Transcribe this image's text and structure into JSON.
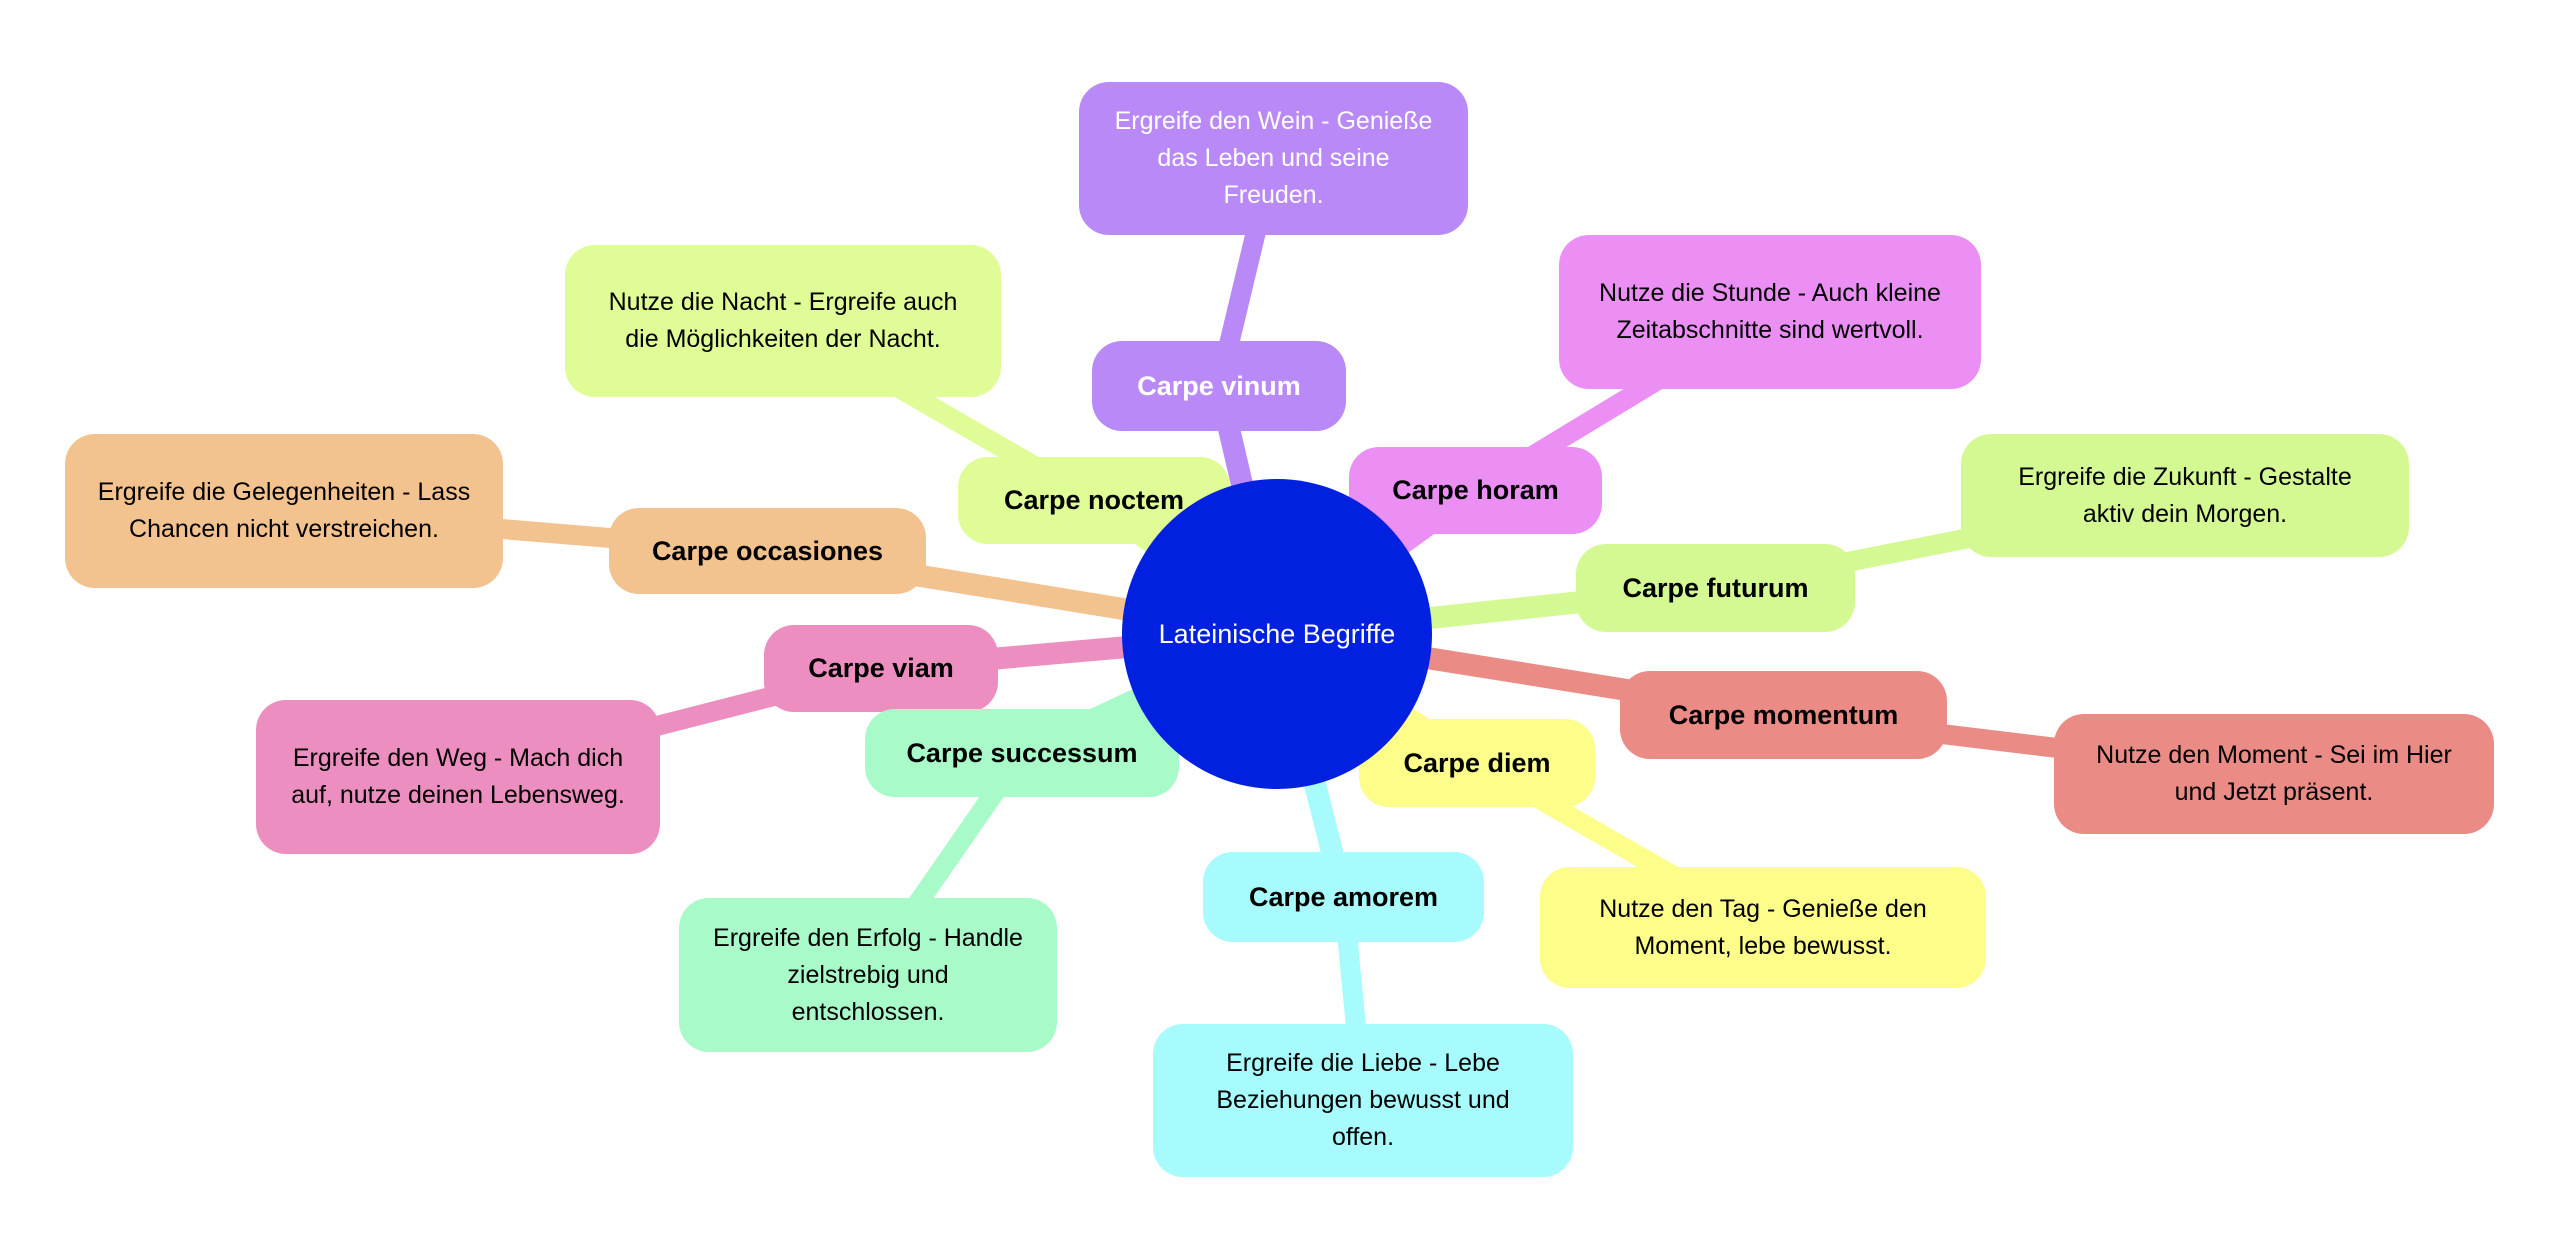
{
  "center": {
    "label": "Lateinische Begriffe",
    "color": "#0120e0"
  },
  "branches": [
    {
      "id": "vinum",
      "label": "Carpe vinum",
      "color": "#b98af7",
      "leaf": "Ergreife den Wein - Genieße das Leben und seine Freuden."
    },
    {
      "id": "noctem",
      "label": "Carpe noctem",
      "color": "#e0fc96",
      "leaf": "Nutze die Nacht - Ergreife auch die Möglichkeiten der Nacht."
    },
    {
      "id": "occasiones",
      "label": "Carpe occasiones",
      "color": "#f2c38e",
      "leaf": "Ergreife die Gelegenheiten - Lass Chancen nicht verstreichen."
    },
    {
      "id": "viam",
      "label": "Carpe viam",
      "color": "#ec8fc0",
      "leaf": "Ergreife den Weg - Mach dich auf, nutze deinen Lebensweg."
    },
    {
      "id": "successum",
      "label": "Carpe successum",
      "color": "#a8fac8",
      "leaf": "Ergreife den Erfolg - Handle zielstrebig und entschlossen."
    },
    {
      "id": "amorem",
      "label": "Carpe amorem",
      "color": "#a8fbfd",
      "leaf": "Ergreife die Liebe - Lebe Beziehungen bewusst und offen."
    },
    {
      "id": "diem",
      "label": "Carpe diem",
      "color": "#fdfd8a",
      "leaf": "Nutze den Tag - Genieße den Moment, lebe bewusst."
    },
    {
      "id": "momentum",
      "label": "Carpe momentum",
      "color": "#ea8b85",
      "leaf": "Nutze den Moment - Sei im Hier und Jetzt präsent."
    },
    {
      "id": "futurum",
      "label": "Carpe futurum",
      "color": "#d4f993",
      "leaf": "Ergreife die Zukunft - Gestalte aktiv dein Morgen."
    },
    {
      "id": "horam",
      "label": "Carpe horam",
      "color": "#eb8ff5",
      "leaf": "Nutze die Stunde - Auch kleine Zeitabschnitte sind wertvoll."
    }
  ]
}
